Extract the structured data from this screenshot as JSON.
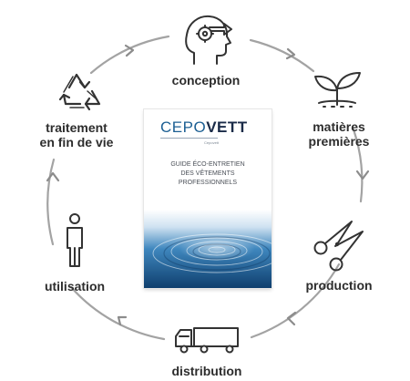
{
  "booklet": {
    "brand_part1": "CEPO",
    "brand_part2": "VETT",
    "brand_sub": "Cepovett",
    "title_lines": [
      "GUIDE ÉCO-ENTRETIEN",
      "DES VÊTEMENTS",
      "PROFESSIONNELS"
    ],
    "brand_color": "#1c5f93",
    "water_color": "#1f6ea5"
  },
  "stages": [
    {
      "id": "conception",
      "lines": [
        "conception"
      ],
      "icon": "head-gear-arrow-icon"
    },
    {
      "id": "matieres-premieres",
      "lines": [
        "matières",
        "premières"
      ],
      "icon": "seedling-icon"
    },
    {
      "id": "production",
      "lines": [
        "production"
      ],
      "icon": "scissors-icon"
    },
    {
      "id": "distribution",
      "lines": [
        "distribution"
      ],
      "icon": "truck-icon"
    },
    {
      "id": "utilisation",
      "lines": [
        "utilisation"
      ],
      "icon": "person-icon"
    },
    {
      "id": "traitement-fin-de-vie",
      "lines": [
        "traitement",
        "en fin de vie"
      ],
      "icon": "recycle-icon"
    }
  ],
  "colors": {
    "text": "#2d2d2d",
    "icon": "#333333",
    "cycle_line": "#9a9a9a"
  }
}
